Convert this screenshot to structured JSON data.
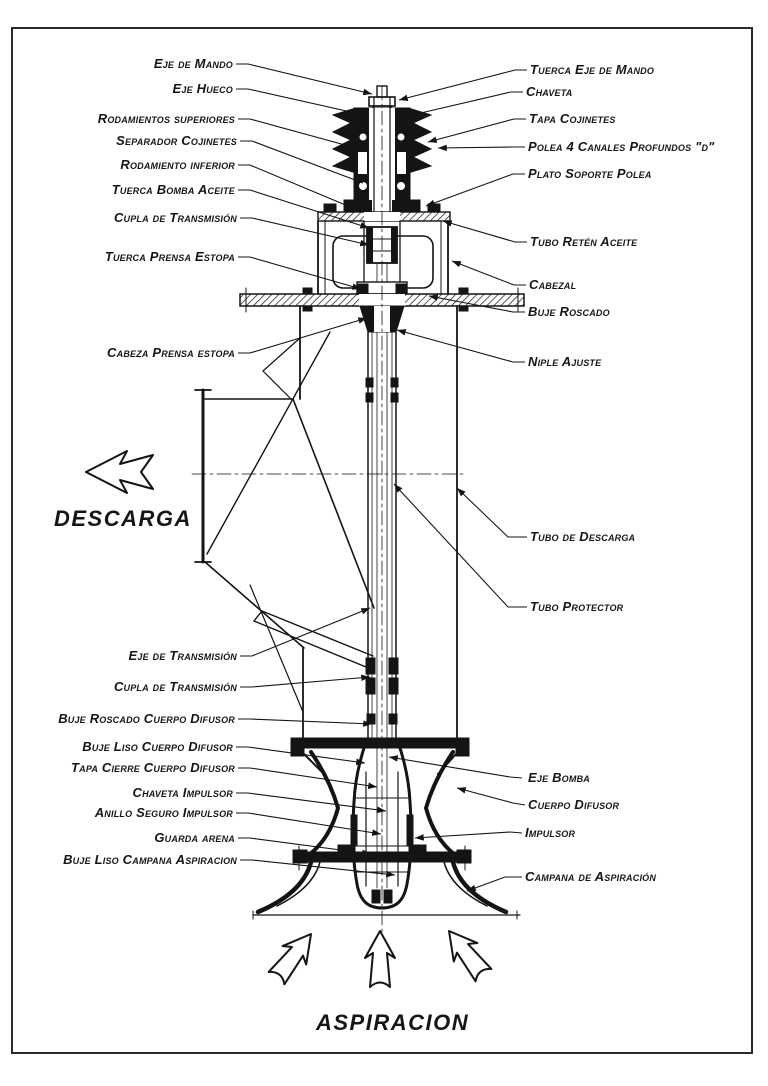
{
  "page": {
    "background": "#ffffff",
    "ink": "#141414",
    "frame_color": "#2b2b2b"
  },
  "flow": {
    "discharge": "DESCARGA",
    "suction": "ASPIRACION"
  },
  "labels": {
    "left": [
      {
        "id": "eje-de-mando",
        "text": "Eje de Mando"
      },
      {
        "id": "eje-hueco",
        "text": "Eje Hueco"
      },
      {
        "id": "rodamientos-superiores",
        "text": "Rodamientos superiores"
      },
      {
        "id": "separador-cojinetes",
        "text": "Separador Cojinetes"
      },
      {
        "id": "rodamiento-inferior",
        "text": "Rodamiento inferior"
      },
      {
        "id": "tuerca-bomba-aceite",
        "text": "Tuerca Bomba Aceite"
      },
      {
        "id": "cupla-de-transmision-superior",
        "text": "Cupla de Transmisión"
      },
      {
        "id": "tuerca-prensa-estopa",
        "text": "Tuerca Prensa Estopa"
      },
      {
        "id": "cabeza-prensa-estopa",
        "text": "Cabeza Prensa estopa"
      },
      {
        "id": "eje-de-transmision",
        "text": "Eje de Transmisión"
      },
      {
        "id": "cupla-de-transmision-inferior",
        "text": "Cupla de Transmisión"
      },
      {
        "id": "buje-roscado-cuerpo-difusor",
        "text": "Buje Roscado Cuerpo Difusor"
      },
      {
        "id": "buje-liso-cuerpo-difusor",
        "text": "Buje Liso Cuerpo Difusor"
      },
      {
        "id": "tapa-cierre-cuerpo-difusor",
        "text": "Tapa Cierre Cuerpo Difusor"
      },
      {
        "id": "chaveta-impulsor",
        "text": "Chaveta Impulsor"
      },
      {
        "id": "anillo-seguro-impulsor",
        "text": "Anillo Seguro Impulsor"
      },
      {
        "id": "guarda-arena",
        "text": "Guarda arena"
      },
      {
        "id": "buje-liso-campana-aspiracion",
        "text": "Buje Liso Campana Aspiracion"
      }
    ],
    "right": [
      {
        "id": "tuerca-eje-de-mando",
        "text": "Tuerca Eje de Mando"
      },
      {
        "id": "chaveta",
        "text": "Chaveta"
      },
      {
        "id": "tapa-cojinetes",
        "text": "Tapa Cojinetes"
      },
      {
        "id": "polea-4-canales-profundos-d",
        "text": "Polea 4 Canales Profundos \"d\""
      },
      {
        "id": "plato-soporte-polea",
        "text": "Plato Soporte Polea"
      },
      {
        "id": "tubo-reten-aceite",
        "text": "Tubo Retén Aceite"
      },
      {
        "id": "cabezal",
        "text": "Cabezal"
      },
      {
        "id": "buje-roscado",
        "text": "Buje Roscado"
      },
      {
        "id": "niple-ajuste",
        "text": "Niple Ajuste"
      },
      {
        "id": "tubo-de-descarga",
        "text": "Tubo de Descarga"
      },
      {
        "id": "tubo-protector",
        "text": "Tubo Protector"
      },
      {
        "id": "eje-bomba",
        "text": "Eje Bomba"
      },
      {
        "id": "cuerpo-difusor",
        "text": "Cuerpo Difusor"
      },
      {
        "id": "impulsor",
        "text": "Impulsor"
      },
      {
        "id": "campana-de-aspiracion",
        "text": "Campana de Aspiración"
      }
    ]
  }
}
